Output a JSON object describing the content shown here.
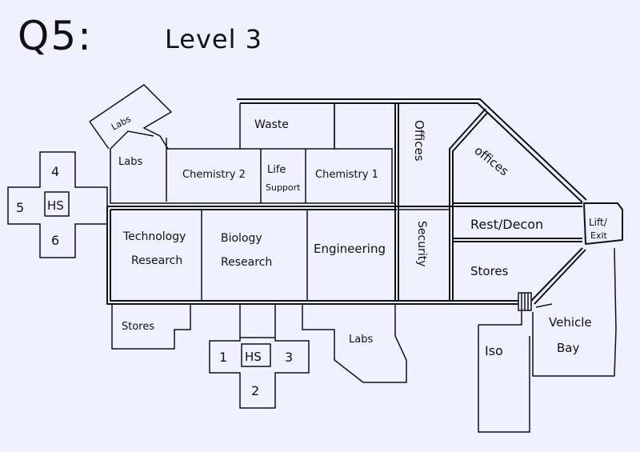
{
  "title": {
    "question": "Q5:",
    "level": "Level 3"
  },
  "rooms": {
    "waste": "Waste",
    "offices_vertical": "Offices",
    "offices_diagonal": "offices",
    "labs_tilted": "Labs",
    "labs_upper": "Labs",
    "chemistry_2": "Chemistry 2",
    "life_support_line1": "Life",
    "life_support_line2": "Support",
    "chemistry_1": "Chemistry 1",
    "lift_exit_line1": "Lift/",
    "lift_exit_line2": "Exit",
    "technology_research_line1": "Technology",
    "technology_research_line2": "Research",
    "biology_research_line1": "Biology",
    "biology_research_line2": "Research",
    "engineering": "Engineering",
    "security": "Security",
    "rest_decon": "Rest/Decon",
    "stores_right": "Stores",
    "stores_left": "Stores",
    "labs_lower": "Labs",
    "iso": "Iso",
    "vehicle_bay_line1": "Vehicle",
    "vehicle_bay_line2": "Bay"
  },
  "hub_left": {
    "center": "HS",
    "top": "4",
    "left": "5",
    "bottom": "6"
  },
  "hub_bottom": {
    "center": "HS",
    "left": "1",
    "right": "3",
    "bottom": "2"
  }
}
